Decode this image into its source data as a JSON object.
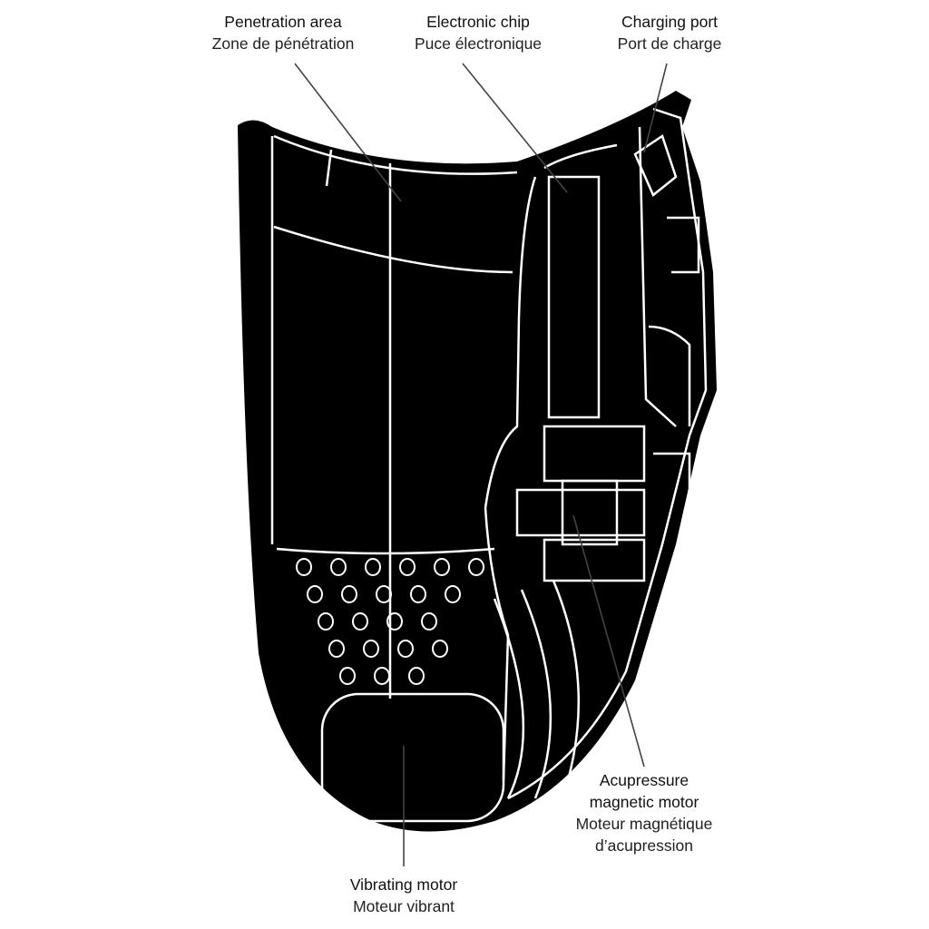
{
  "labels": {
    "penetration": {
      "en": "Penetration area",
      "fr": "Zone de pénétration"
    },
    "chip": {
      "en": "Electronic chip",
      "fr": "Puce électronique"
    },
    "charging": {
      "en": "Charging port",
      "fr": "Port de charge"
    },
    "acupressure": {
      "en1": "Acupressure",
      "en2": "magnetic motor",
      "fr1": "Moteur magnétique",
      "fr2": "d’acupression"
    },
    "vibrating": {
      "en": "Vibrating motor",
      "fr": "Moteur vibrant"
    }
  },
  "colors": {
    "body": "#000000",
    "line": "#ffffff",
    "leader": "#333333"
  }
}
